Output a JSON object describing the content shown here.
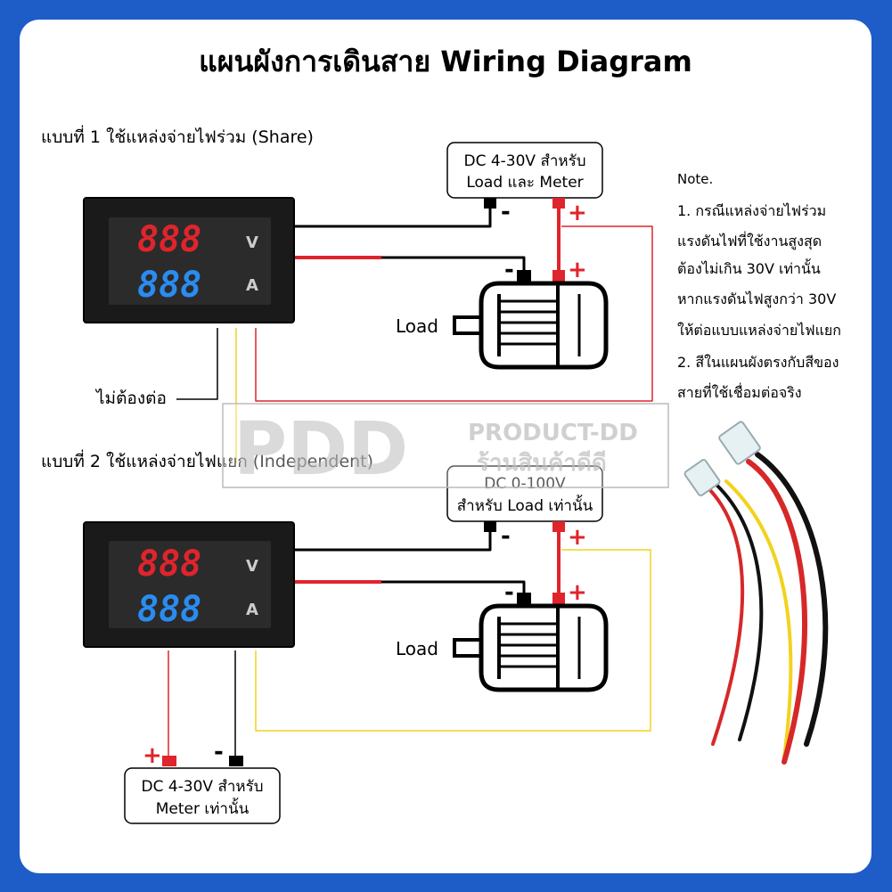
{
  "title": "แผนผังการเดินสาย Wiring Diagram",
  "section1": {
    "label": "แบบที่ 1 ใช้แหล่งจ่ายไฟร่วม (Share)",
    "supply": {
      "line1": "DC 4-30V สำหรับ",
      "line2": "Load และ Meter"
    },
    "load_label": "Load",
    "no_connect": "ไม่ต้องต่อ"
  },
  "section2": {
    "label": "แบบที่ 2 ใช้แหล่งจ่ายไฟแยก (Independent)",
    "supply": {
      "line1": "DC 0-100V",
      "line2": "สำหรับ Load เท่านั้น"
    },
    "load_label": "Load",
    "meter_supply": {
      "line1": "DC 4-30V สำหรับ",
      "line2": "Meter เท่านั้น"
    }
  },
  "meter": {
    "volt_digits": "888",
    "amp_digits": "888",
    "volt_unit": "V",
    "amp_unit": "A"
  },
  "signs": {
    "plus": "+",
    "minus": "-"
  },
  "note": {
    "heading": "Note.",
    "lines": [
      "1. กรณีแหล่งจ่ายไฟร่วม",
      "แรงดันไฟที่ใช้งานสูงสุด",
      "ต้องไม่เกิน 30V เท่านั้น",
      "หากแรงดันไฟสูงกว่า 30V",
      "ให้ต่อแบบแหล่งจ่ายไฟแยก",
      "2. สีในแผนผังตรงกับสีของ",
      "สายที่ใช้เชื่อมต่อจริง"
    ]
  },
  "watermark": {
    "logo": "PDD",
    "brand": "PRODUCT-DD",
    "brand_thai": "ร้านสินค้าดีดี"
  },
  "colors": {
    "background": "#1e5cc8",
    "wire_red": "#e0242c",
    "wire_black": "#000000",
    "wire_yellow": "#f2d21e",
    "seven_seg_red": "#e0242c",
    "seven_seg_blue": "#2a8cf0"
  }
}
